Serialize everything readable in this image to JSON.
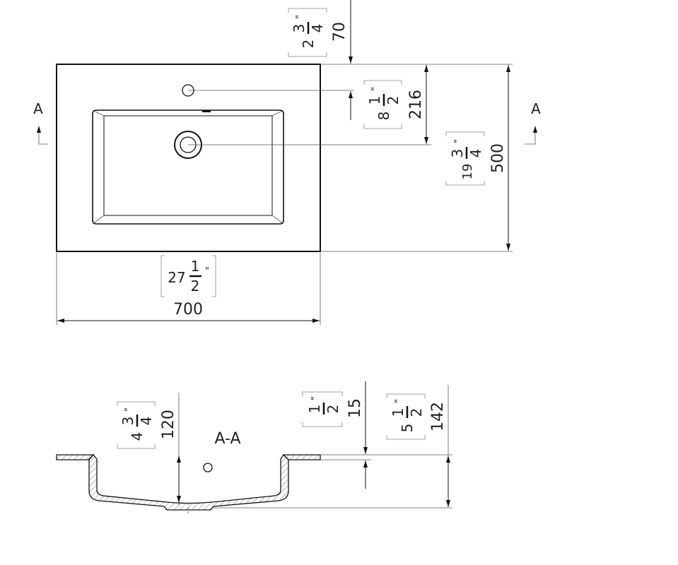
{
  "top_view": {
    "width_mm": "700",
    "width_in": {
      "whole": "27",
      "num": "1",
      "den": "2",
      "mark": "\""
    },
    "depth_mm": "500",
    "depth_in": {
      "whole": "19",
      "num": "3",
      "den": "4",
      "mark": "\""
    },
    "drain_offset_mm": "216",
    "drain_offset_in": {
      "whole": "8",
      "num": "1",
      "den": "2",
      "mark": "\""
    },
    "tap_offset_mm": "70",
    "tap_offset_in": {
      "whole": "2",
      "num": "3",
      "den": "4",
      "mark": "\""
    },
    "section_mark_left": "A",
    "section_mark_right": "A"
  },
  "section_view": {
    "title": "A-A",
    "bowl_depth_mm": "120",
    "bowl_depth_in": {
      "whole": "4",
      "num": "3",
      "den": "4",
      "mark": "\""
    },
    "rim_thickness_mm": "15",
    "rim_thickness_in": {
      "whole": "",
      "num": "1",
      "den": "2",
      "mark": "\""
    },
    "total_height_mm": "142",
    "total_height_in": {
      "whole": "5",
      "num": "1",
      "den": "2",
      "mark": "\""
    }
  }
}
